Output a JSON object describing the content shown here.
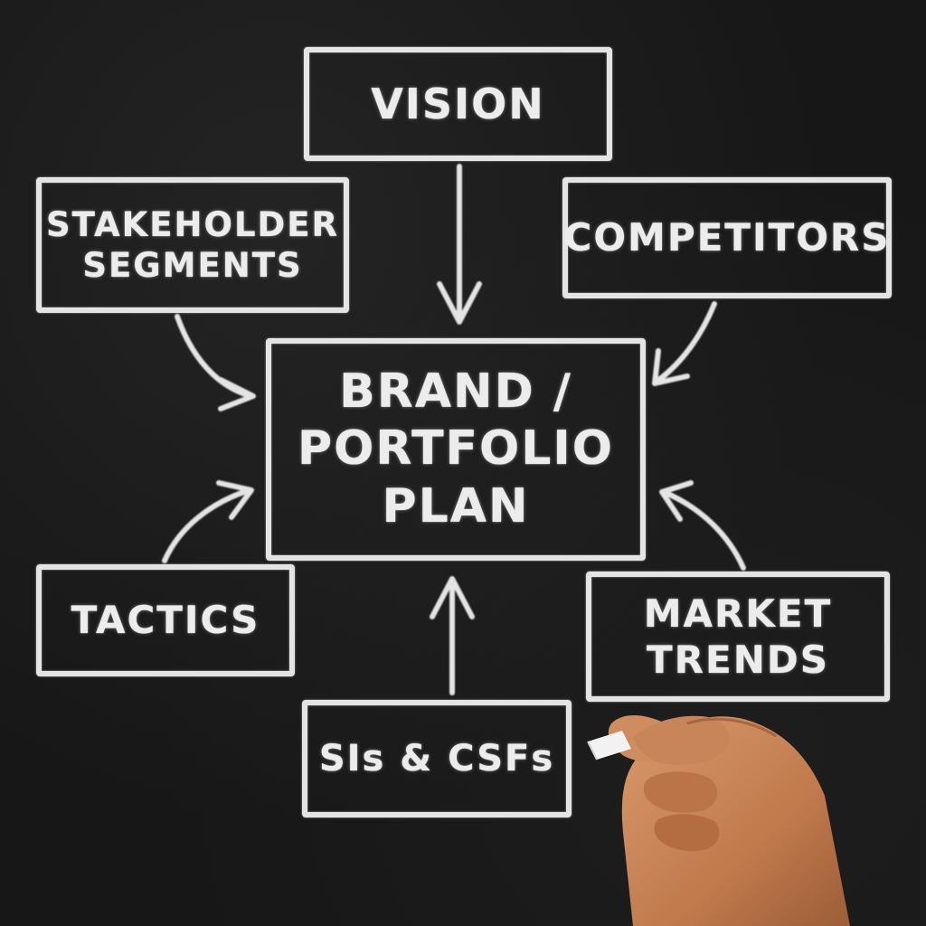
{
  "diagram": {
    "top": "VISION",
    "top_left": "STAKEHOLDER\nSEGMENTS",
    "top_right": "COMPETITORS",
    "center": "BRAND /\nPORTFOLIO\nPLAN",
    "bottom_left": "TACTICS",
    "bottom_right": "MARKET\nTRENDS",
    "bottom": "SIs & CSFs"
  },
  "colors": {
    "chalkboard": "#171717",
    "chalk": "#e4e4e4",
    "skin": "#c8875a",
    "chalk_stick": "#f2f2f2"
  },
  "icons": {
    "hand": "hand-holding-chalk-icon"
  }
}
